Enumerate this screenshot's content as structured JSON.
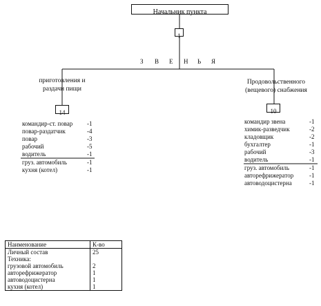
{
  "header": {
    "title": "Начальник пункта",
    "count": "1"
  },
  "links_title": [
    "З",
    "В",
    "Е",
    "Н",
    "Ь",
    "Я"
  ],
  "left_unit": {
    "title_line1": "приготовления и",
    "title_line2": "раздачи пищи",
    "count": "14",
    "staff": [
      {
        "name": "командир-ст. повар",
        "qty": "-1"
      },
      {
        "name": "повар-раздатчик",
        "qty": "-4"
      },
      {
        "name": "повар",
        "qty": "-3"
      },
      {
        "name": "рабочий",
        "qty": "-5"
      },
      {
        "name": "водитель",
        "qty": "-1"
      }
    ],
    "equipment": [
      {
        "name": "груз. автомобиль",
        "qty": "-1"
      },
      {
        "name": "кухня (котел)",
        "qty": "-1"
      }
    ]
  },
  "right_unit": {
    "title_line1": "Продовольственного",
    "title_line2": "(вещевого) снабжения",
    "count": "10",
    "staff": [
      {
        "name": "командир звена",
        "qty": "-1"
      },
      {
        "name": "химик-разведчик",
        "qty": "-2"
      },
      {
        "name": "кладовщик",
        "qty": "-2"
      },
      {
        "name": "бухгалтер",
        "qty": "-1"
      },
      {
        "name": "рабочий",
        "qty": "-3"
      },
      {
        "name": "водитель",
        "qty": "-1"
      }
    ],
    "equipment": [
      {
        "name": "груз. автомобиль",
        "qty": "-1"
      },
      {
        "name": "авторефрижератор",
        "qty": "-1"
      },
      {
        "name": "автоводоцистерна",
        "qty": "-1"
      }
    ]
  },
  "summary_table": {
    "header": {
      "name": "Наименование",
      "qty": "К-во"
    },
    "rows": [
      {
        "name": "Личный состав",
        "qty": "25"
      },
      {
        "name": "Техника:",
        "qty": ""
      },
      {
        "name": "грузовой автомобиль",
        "qty": "2"
      },
      {
        "name": "авторефрижератор",
        "qty": "1"
      },
      {
        "name": "автоводоцистерна",
        "qty": "1"
      },
      {
        "name": "кухня (котел)",
        "qty": "1"
      }
    ]
  }
}
